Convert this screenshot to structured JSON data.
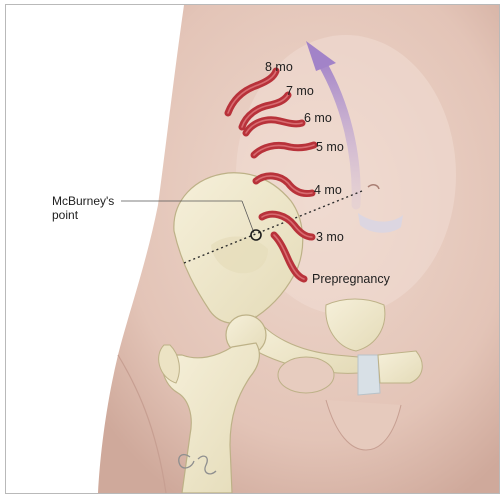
{
  "illustration": {
    "landmark_label": "McBurney's point",
    "stage_labels": [
      "8 mo",
      "7 mo",
      "6 mo",
      "5 mo",
      "4 mo",
      "3 mo",
      "Prepregnancy"
    ],
    "colors": {
      "skin": "#e9cfc3",
      "skin_shadow": "#c9a89c",
      "bone": "#f1ead0",
      "bone_shadow": "#cfc6a0",
      "appendix": "#b8323a",
      "appendix_highlight": "#e07a7f",
      "arrow": "#a98fcb",
      "uterus": "#ddd2e6"
    }
  }
}
